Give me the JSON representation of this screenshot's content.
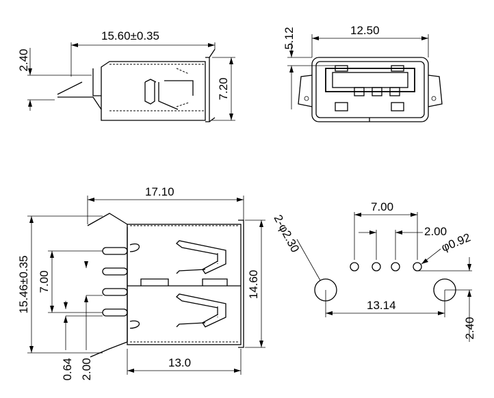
{
  "dimensions": {
    "side_length": "15.60±0.35",
    "side_offset": "2.40",
    "side_height": "7.20",
    "front_width": "12.50",
    "front_height": "5.12",
    "top_length": "17.10",
    "top_overall": "15.46±0.35",
    "top_pin_span": "7.00",
    "top_width": "14.60",
    "top_bottom": "13.0",
    "top_pitch_a": "0.64",
    "top_pitch_b": "2.00",
    "pcb_pin_span": "7.00",
    "pcb_pin_pitch": "2.00",
    "pcb_pin_dia": "φ0.92",
    "pcb_mount_dia": "2-φ2.30",
    "pcb_mount_span": "13.14",
    "pcb_mount_offset": "2.40"
  }
}
